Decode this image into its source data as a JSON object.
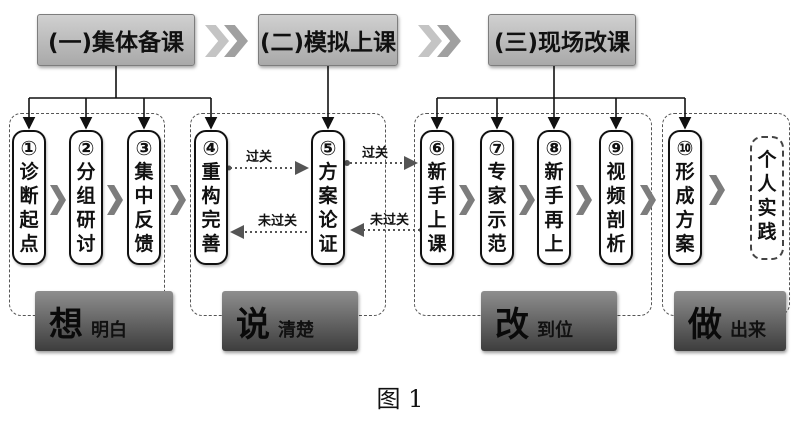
{
  "stages": [
    {
      "label": "(一)集体备课"
    },
    {
      "label": "(二)模拟上课"
    },
    {
      "label": "(三)现场改课"
    }
  ],
  "steps": [
    {
      "num": "①",
      "chars": [
        "诊",
        "断",
        "起",
        "点"
      ]
    },
    {
      "num": "②",
      "chars": [
        "分",
        "组",
        "研",
        "讨"
      ]
    },
    {
      "num": "③",
      "chars": [
        "集",
        "中",
        "反",
        "馈"
      ]
    },
    {
      "num": "④",
      "chars": [
        "重",
        "构",
        "完",
        "善"
      ]
    },
    {
      "num": "⑤",
      "chars": [
        "方",
        "案",
        "论",
        "证"
      ]
    },
    {
      "num": "⑥",
      "chars": [
        "新",
        "手",
        "上",
        "课"
      ]
    },
    {
      "num": "⑦",
      "chars": [
        "专",
        "家",
        "示",
        "范"
      ]
    },
    {
      "num": "⑧",
      "chars": [
        "新",
        "手",
        "再",
        "上"
      ]
    },
    {
      "num": "⑨",
      "chars": [
        "视",
        "频",
        "剖",
        "析"
      ]
    },
    {
      "num": "⑩",
      "chars": [
        "形",
        "成",
        "方",
        "案"
      ]
    },
    {
      "num": "",
      "chars": [
        "个",
        "人",
        "实",
        "践"
      ]
    }
  ],
  "connectors": {
    "pass1": "过关",
    "fail1": "未过关",
    "pass2": "过关",
    "fail2": "未过关"
  },
  "footers": [
    {
      "big": "想",
      "small": "明白"
    },
    {
      "big": "说",
      "small": "清楚"
    },
    {
      "big": "改",
      "small": "到位"
    },
    {
      "big": "做",
      "small": "出来"
    }
  ],
  "caption": "图 1"
}
